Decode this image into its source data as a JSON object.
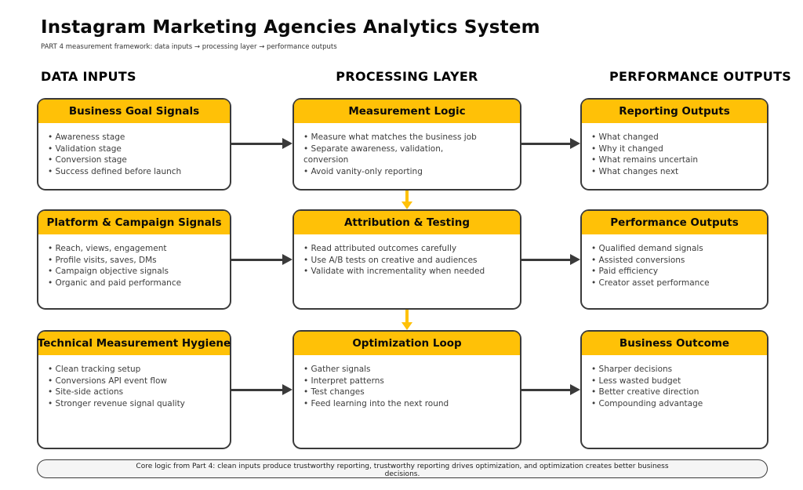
{
  "title": "Instagram Marketing Agencies Analytics System",
  "subtitle": "PART 4 measurement framework: data inputs → processing layer → performance outputs",
  "column_headers": {
    "inputs": "DATA INPUTS",
    "processing": "PROCESSING LAYER",
    "outputs": "PERFORMANCE OUTPUTS"
  },
  "bullet_glyph": "•",
  "boxes": [
    {
      "title": "Business Goal Signals",
      "items": [
        "Awareness stage",
        "Validation stage",
        "Conversion stage",
        "Success defined before launch"
      ]
    },
    {
      "title": "Measurement Logic",
      "items": [
        "Measure what matches the business job",
        "Separate awareness, validation,\nconversion",
        "Avoid vanity-only reporting"
      ]
    },
    {
      "title": "Reporting Outputs",
      "items": [
        "What changed",
        "Why it changed",
        "What remains uncertain",
        "What changes next"
      ]
    },
    {
      "title": "Platform & Campaign Signals",
      "items": [
        "Reach, views, engagement",
        "Profile visits, saves, DMs",
        "Campaign objective signals",
        "Organic and paid performance"
      ]
    },
    {
      "title": "Attribution & Testing",
      "items": [
        "Read attributed outcomes carefully",
        "Use A/B tests on creative and audiences",
        "Validate with incrementality when needed"
      ]
    },
    {
      "title": "Performance Outputs",
      "items": [
        "Qualified demand signals",
        "Assisted conversions",
        "Paid efficiency",
        "Creator asset performance"
      ]
    },
    {
      "title": "Technical Measurement Hygiene",
      "items": [
        "Clean tracking setup",
        "Conversions API event flow",
        "Site-side actions",
        "Stronger revenue signal quality"
      ]
    },
    {
      "title": "Optimization Loop",
      "items": [
        "Gather signals",
        "Interpret patterns",
        "Test changes",
        "Feed learning into the next round"
      ]
    },
    {
      "title": "Business Outcome",
      "items": [
        "Sharper decisions",
        "Less wasted budget",
        "Better creative direction",
        "Compounding advantage"
      ]
    }
  ],
  "footer": {
    "line1": "Core logic from Part 4: clean inputs produce trustworthy reporting, trustworthy reporting drives optimization, and optimization creates better business",
    "line2": "decisions."
  },
  "colors": {
    "header_fill": "#FFC107",
    "vertical_arrow": "#FFC107",
    "box_border": "#3A3A3A",
    "horizontal_arrow": "#3A3A3A",
    "footer_fill": "#F5F5F5",
    "body_text": "#3D3D3D"
  }
}
